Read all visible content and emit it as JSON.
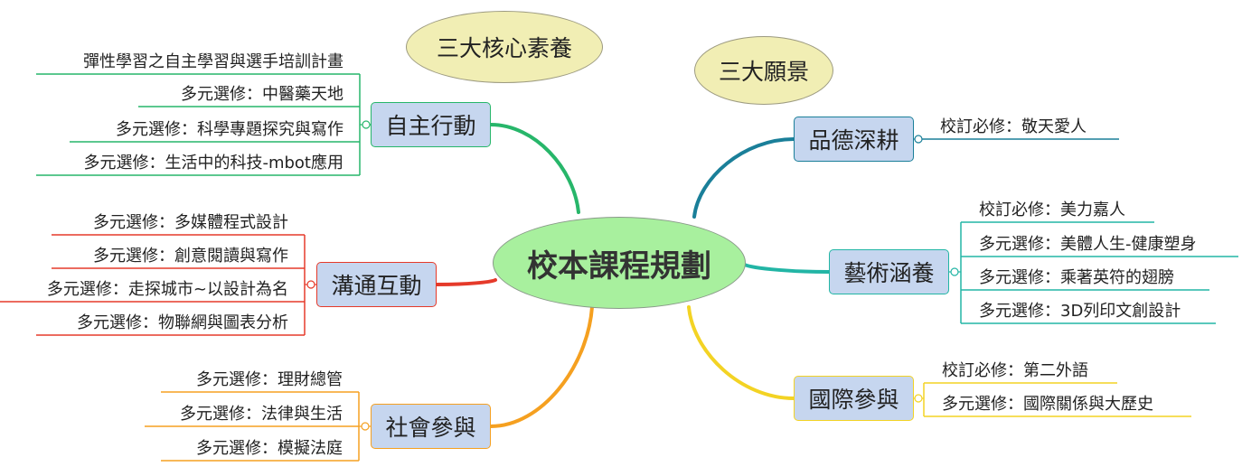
{
  "center": "校本課程規劃",
  "tags": {
    "core": "三大核心素養",
    "vision": "三大願景"
  },
  "colors": {
    "green": "#27b66a",
    "red": "#e53a2a",
    "orange": "#f5a020",
    "blue": "#1a7f99",
    "teal": "#22b5a5",
    "yellow": "#f3d324"
  },
  "branches": [
    {
      "label": "自主行動",
      "leaves": [
        "彈性學習之自主學習與選手培訓計畫",
        "多元選修：中醫藥天地",
        "多元選修：科學專題探究與寫作",
        "多元選修：生活中的科技-mbot應用"
      ]
    },
    {
      "label": "溝通互動",
      "leaves": [
        "多元選修：多媒體程式設計",
        "多元選修：創意閱讀與寫作",
        "多元選修：走探城市~以設計為名",
        "多元選修：物聯網與圖表分析"
      ]
    },
    {
      "label": "社會參與",
      "leaves": [
        "多元選修：理財總管",
        "多元選修：法律與生活",
        "多元選修：模擬法庭"
      ]
    },
    {
      "label": "品德深耕",
      "leaves": [
        "校訂必修：敬天愛人"
      ]
    },
    {
      "label": "藝術涵養",
      "leaves": [
        "校訂必修：美力嘉人",
        "多元選修：美體人生-健康塑身",
        "多元選修：乘著英符的翅膀",
        "多元選修：3D列印文創設計"
      ]
    },
    {
      "label": "國際參與",
      "leaves": [
        "校訂必修：第二外語",
        "多元選修：國際關係與大歷史"
      ]
    }
  ]
}
